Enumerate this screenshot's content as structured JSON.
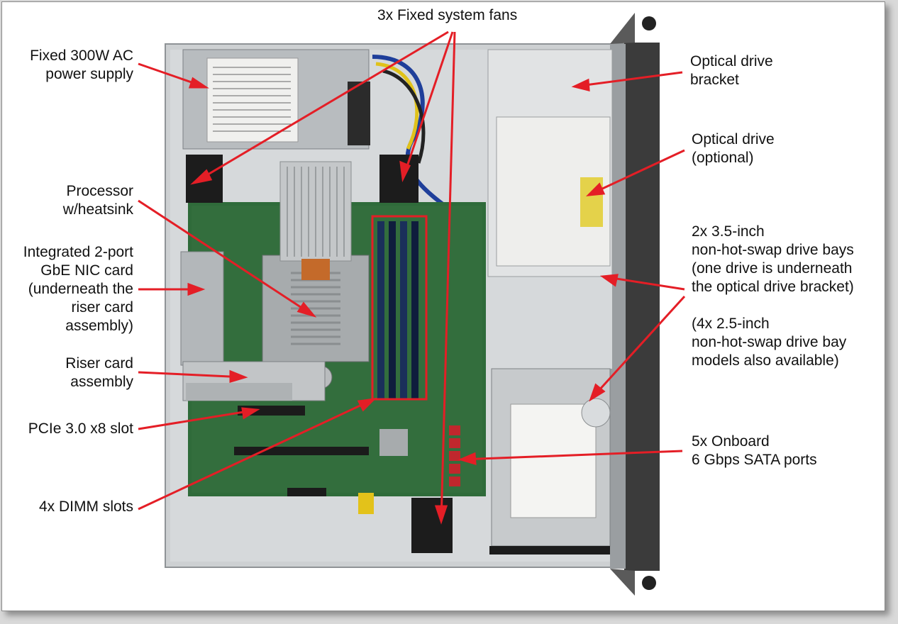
{
  "labels": {
    "fans": [
      "3x Fixed system fans"
    ],
    "psu": [
      "Fixed 300W AC",
      "power supply"
    ],
    "processor": [
      "Processor",
      "w/heatsink"
    ],
    "nic": [
      "Integrated 2-port",
      "GbE NIC card",
      "(underneath the",
      "riser card",
      "assembly)"
    ],
    "riser": [
      "Riser card",
      "assembly"
    ],
    "pcie": [
      "PCIe 3.0 x8 slot"
    ],
    "dimm": [
      "4x DIMM slots"
    ],
    "optical_bracket": [
      "Optical drive",
      "bracket"
    ],
    "optical_drive": [
      "Optical drive",
      "(optional)"
    ],
    "drive_bays": [
      "2x 3.5-inch",
      "non-hot-swap drive bays",
      "(one drive is underneath",
      "the optical drive bracket)"
    ],
    "drive_bays_alt": [
      "(4x 2.5-inch",
      "non-hot-swap drive bay",
      "models also available)"
    ],
    "sata": [
      "5x Onboard",
      "6 Gbps SATA ports"
    ]
  },
  "colors": {
    "callout": "#e41e26",
    "board": "#2f6b3a",
    "chassis": "#c9ccce",
    "bezel": "#3a3a3a"
  }
}
